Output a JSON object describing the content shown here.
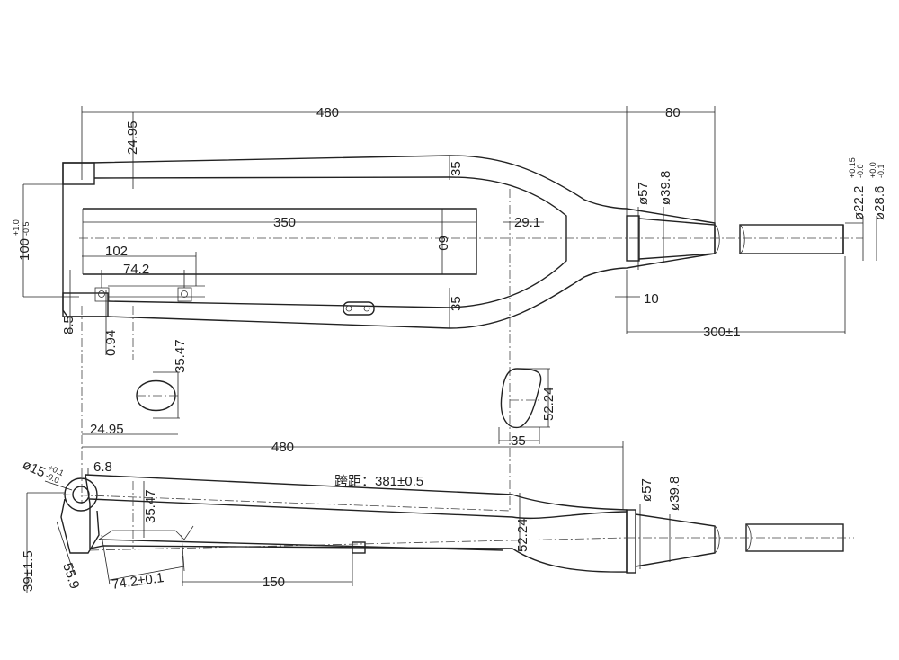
{
  "dims": {
    "top_length": "480",
    "steerer_80": "80",
    "blade_24_95": "24.95",
    "blade_35_top": "35",
    "blade_35_bot": "35",
    "gap_350": "350",
    "gap_60": "60",
    "crown_29_1": "29.1",
    "dropout_102": "102",
    "dropout_74_2": "74.2",
    "width_100": "100",
    "width_100_tol_up": "+1.0",
    "width_100_tol_dn": "-0.5",
    "dia_57_top": "ø57",
    "dia_39_8_top": "ø39.8",
    "dia_22_2": "ø22.2",
    "dia_22_2_tol_up": "+0.15",
    "dia_22_2_tol_dn": "-0.0",
    "dia_28_6": "ø28.6",
    "dia_28_6_tol_up": "+0.0",
    "dia_28_6_tol_dn": "-0.1",
    "steerer_10": "10",
    "steerer_300": "300±1",
    "val_8_5": "8.5",
    "val_0_94": "0.94",
    "section_35_47": "35.47",
    "section_24_95": "24.95",
    "section_52_24": "52.24",
    "section_35": "35",
    "side_480": "480",
    "axle_15": "ø15",
    "axle_15_tol_up": "+0.1",
    "axle_15_tol_dn": "-0.0",
    "side_6_8": "6.8",
    "span_label": "跨距：381±0.5",
    "side_35_47": "35.47",
    "side_52_24": "52.24",
    "dia_57_side": "ø57",
    "dia_39_8_side": "ø39.8",
    "offset_39": "39±1.5",
    "side_55_9": "55.9",
    "side_74_2": "74.2±0.1",
    "side_150": "150"
  }
}
